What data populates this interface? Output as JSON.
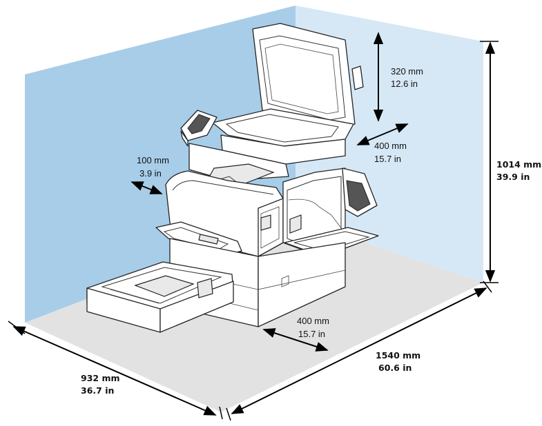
{
  "colors": {
    "back_wall": "#a8cde9",
    "right_wall": "#d6e8f6",
    "floor": "#e2e2e2",
    "arrow": "#000000",
    "outline": "#222222"
  },
  "dimensions": {
    "top_clearance": {
      "mm": "320 mm",
      "in": "12.6 in"
    },
    "right_clearance": {
      "mm": "400 mm",
      "in": "15.7 in"
    },
    "left_clearance": {
      "mm": "100 mm",
      "in": "3.9 in"
    },
    "height": {
      "mm": "1014 mm",
      "in": "39.9 in"
    },
    "front_clearance": {
      "mm": "400 mm",
      "in": "15.7 in"
    },
    "width": {
      "mm": "1540 mm",
      "in": "60.6 in"
    },
    "depth": {
      "mm": "932 mm",
      "in": "36.7 in"
    }
  }
}
